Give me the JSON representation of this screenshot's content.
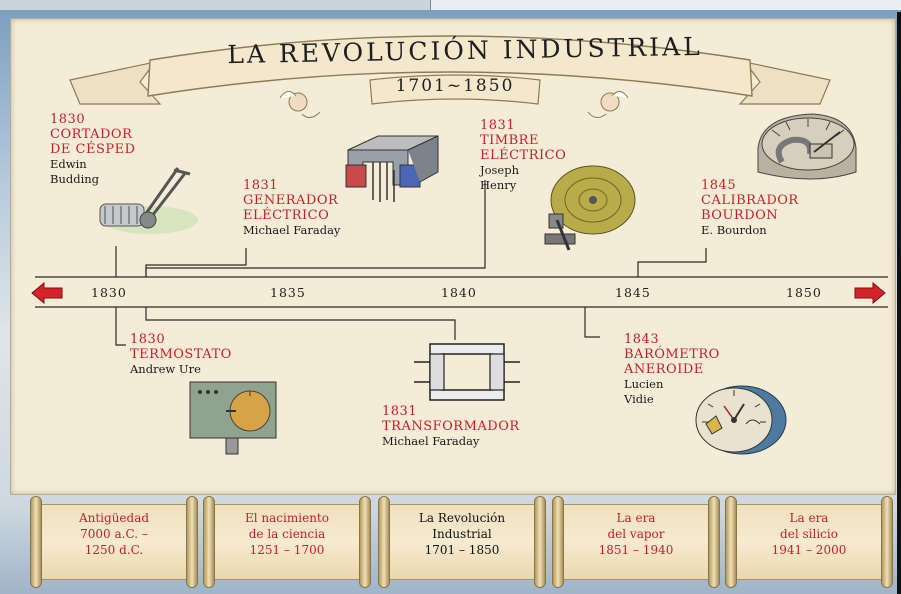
{
  "banner": {
    "title": "LA REVOLUCIÓN INDUSTRIAL",
    "dates": "1701~1850"
  },
  "timeline": {
    "years": [
      "1830",
      "1835",
      "1840",
      "1845",
      "1850"
    ]
  },
  "inventions": [
    {
      "year": "1830",
      "title_lines": [
        "CORTADOR",
        "DE CÉSPED"
      ],
      "inventor_lines": [
        "Edwin",
        "Budding"
      ],
      "icon": "lawn-mower-icon"
    },
    {
      "year": "1831",
      "title_lines": [
        "GENERADOR",
        "ELÉCTRICO"
      ],
      "inventor_lines": [
        "Michael Faraday"
      ],
      "icon": "magnet-icon"
    },
    {
      "year": "1831",
      "title_lines": [
        "TIMBRE",
        "ELÉCTRICO"
      ],
      "inventor_lines": [
        "Joseph",
        "Henry"
      ],
      "icon": "bell-icon"
    },
    {
      "year": "1845",
      "title_lines": [
        "CALIBRADOR",
        "BOURDON"
      ],
      "inventor_lines": [
        "E. Bourdon"
      ],
      "icon": "gauge-icon"
    },
    {
      "year": "1830",
      "title_lines": [
        "TERMOSTATO"
      ],
      "inventor_lines": [
        "Andrew Ure"
      ],
      "icon": "thermostat-icon"
    },
    {
      "year": "1831",
      "title_lines": [
        "TRANSFORMADOR"
      ],
      "inventor_lines": [
        "Michael Faraday"
      ],
      "icon": "transformer-icon"
    },
    {
      "year": "1843",
      "title_lines": [
        "BARÓMETRO",
        "ANEROIDE"
      ],
      "inventor_lines": [
        "Lucien",
        "Vidie"
      ],
      "icon": "barometer-icon"
    }
  ],
  "eras": [
    {
      "lines": [
        "Antigüedad",
        "7000 a.C. –",
        "1250 d.C."
      ],
      "active": false
    },
    {
      "lines": [
        "El nacimiento",
        "de la ciencia",
        "1251 – 1700"
      ],
      "active": false
    },
    {
      "lines": [
        "La Revolución",
        "Industrial",
        "1701 – 1850"
      ],
      "active": true
    },
    {
      "lines": [
        "La era",
        "del vapor",
        "1851 – 1940"
      ],
      "active": false
    },
    {
      "lines": [
        "La era",
        "del silicio",
        "1941 – 2000"
      ],
      "active": false
    }
  ],
  "colors": {
    "accent_red": "#c8202a",
    "parchment": "#f4ecd7",
    "line": "#2a2a2a"
  }
}
